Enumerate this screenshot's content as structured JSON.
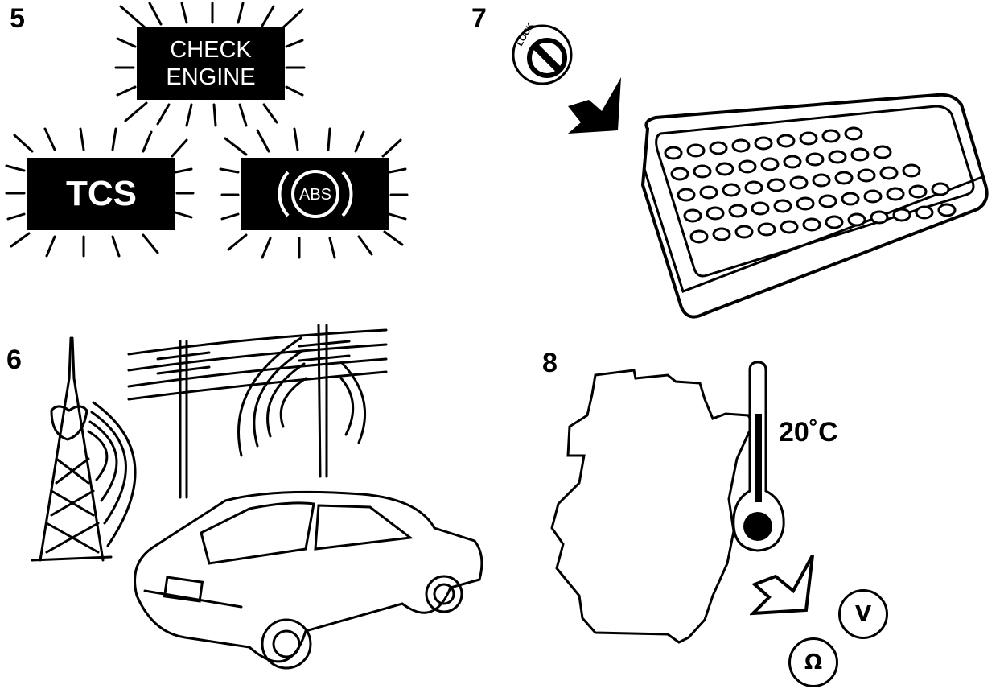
{
  "panel5": {
    "number": "5",
    "check_engine_line1": "CHECK",
    "check_engine_line2": "ENGINE",
    "tcs_label": "TCS",
    "abs_label": "ABS"
  },
  "panel6": {
    "number": "6"
  },
  "panel7": {
    "number": "7",
    "lock_label": "LOCK"
  },
  "panel8": {
    "number": "8",
    "temperature": "20˚C",
    "voltmeter_symbol": "V",
    "ohmmeter_symbol": "Ω"
  }
}
